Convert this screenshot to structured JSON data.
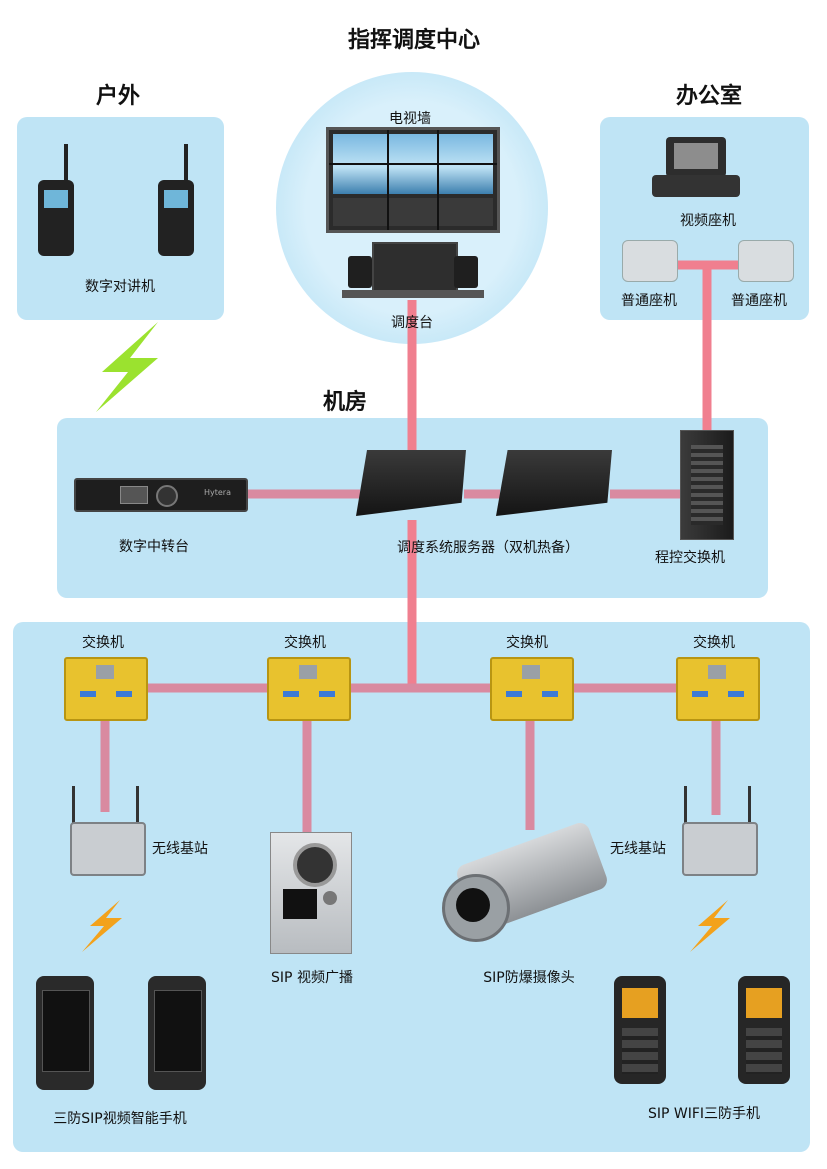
{
  "center": {
    "title": "指挥调度中心",
    "video_wall": "电视墙",
    "console": "调度台"
  },
  "outdoor": {
    "title": "户外",
    "radio_label": "数字对讲机"
  },
  "office": {
    "title": "办公室",
    "video_phone": "视频座机",
    "phone_a": "普通座机",
    "phone_b": "普通座机"
  },
  "machine_room": {
    "title": "机房",
    "repeater": "数字中转台",
    "servers": "调度系统服务器（双机热备）",
    "pbx": "程控交换机",
    "repeater_brand": "Hytera"
  },
  "field": {
    "switches": [
      "交换机",
      "交换机",
      "交换机",
      "交换机"
    ],
    "base_station_left": "无线基站",
    "base_station_right": "无线基站",
    "sip_broadcast": "SIP 视频广播",
    "camera": "SIP防爆摄像头",
    "smartphones": "三防SIP视频智能手机",
    "wifi_phones": "SIP WIFI三防手机"
  },
  "colors": {
    "zone": "#bfe4f5",
    "link": "#d98aa0",
    "link_strong": "#f07f8f",
    "switch_body": "#e8c22e",
    "lightning_green": "#9be22f",
    "lightning_orange": "#f3a21b"
  }
}
